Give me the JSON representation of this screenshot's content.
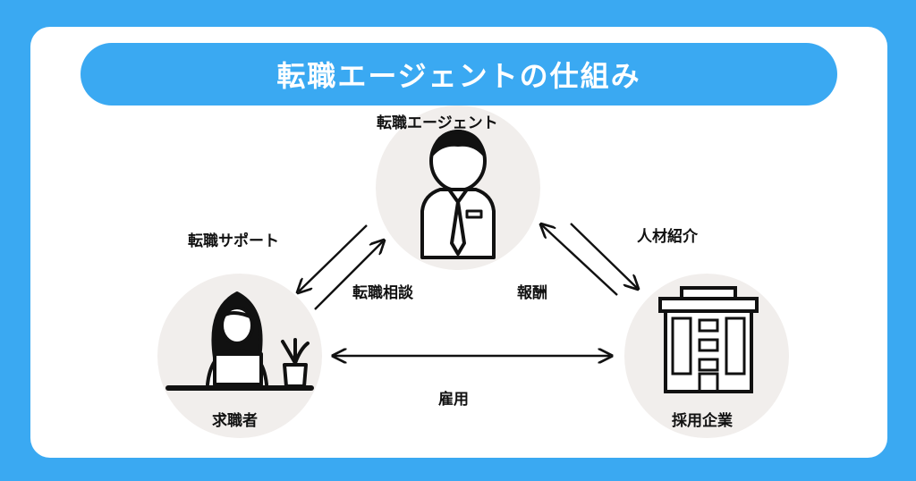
{
  "title": "転職エージェントの仕組み",
  "nodes": {
    "agent": "転職エージェント",
    "seeker": "求職者",
    "company": "採用企業"
  },
  "flows": {
    "agent_to_seeker": "転職サポート",
    "seeker_to_agent": "転職相談",
    "agent_to_company": "人材紹介",
    "company_to_agent": "報酬",
    "seeker_company": "雇用"
  },
  "icons": {
    "agent": "businessman-icon",
    "seeker": "woman-at-laptop-icon",
    "company": "office-building-icon"
  },
  "colors": {
    "background": "#3aa9f2",
    "card": "#ffffff",
    "circle": "#f1eeec",
    "ink": "#111111"
  }
}
